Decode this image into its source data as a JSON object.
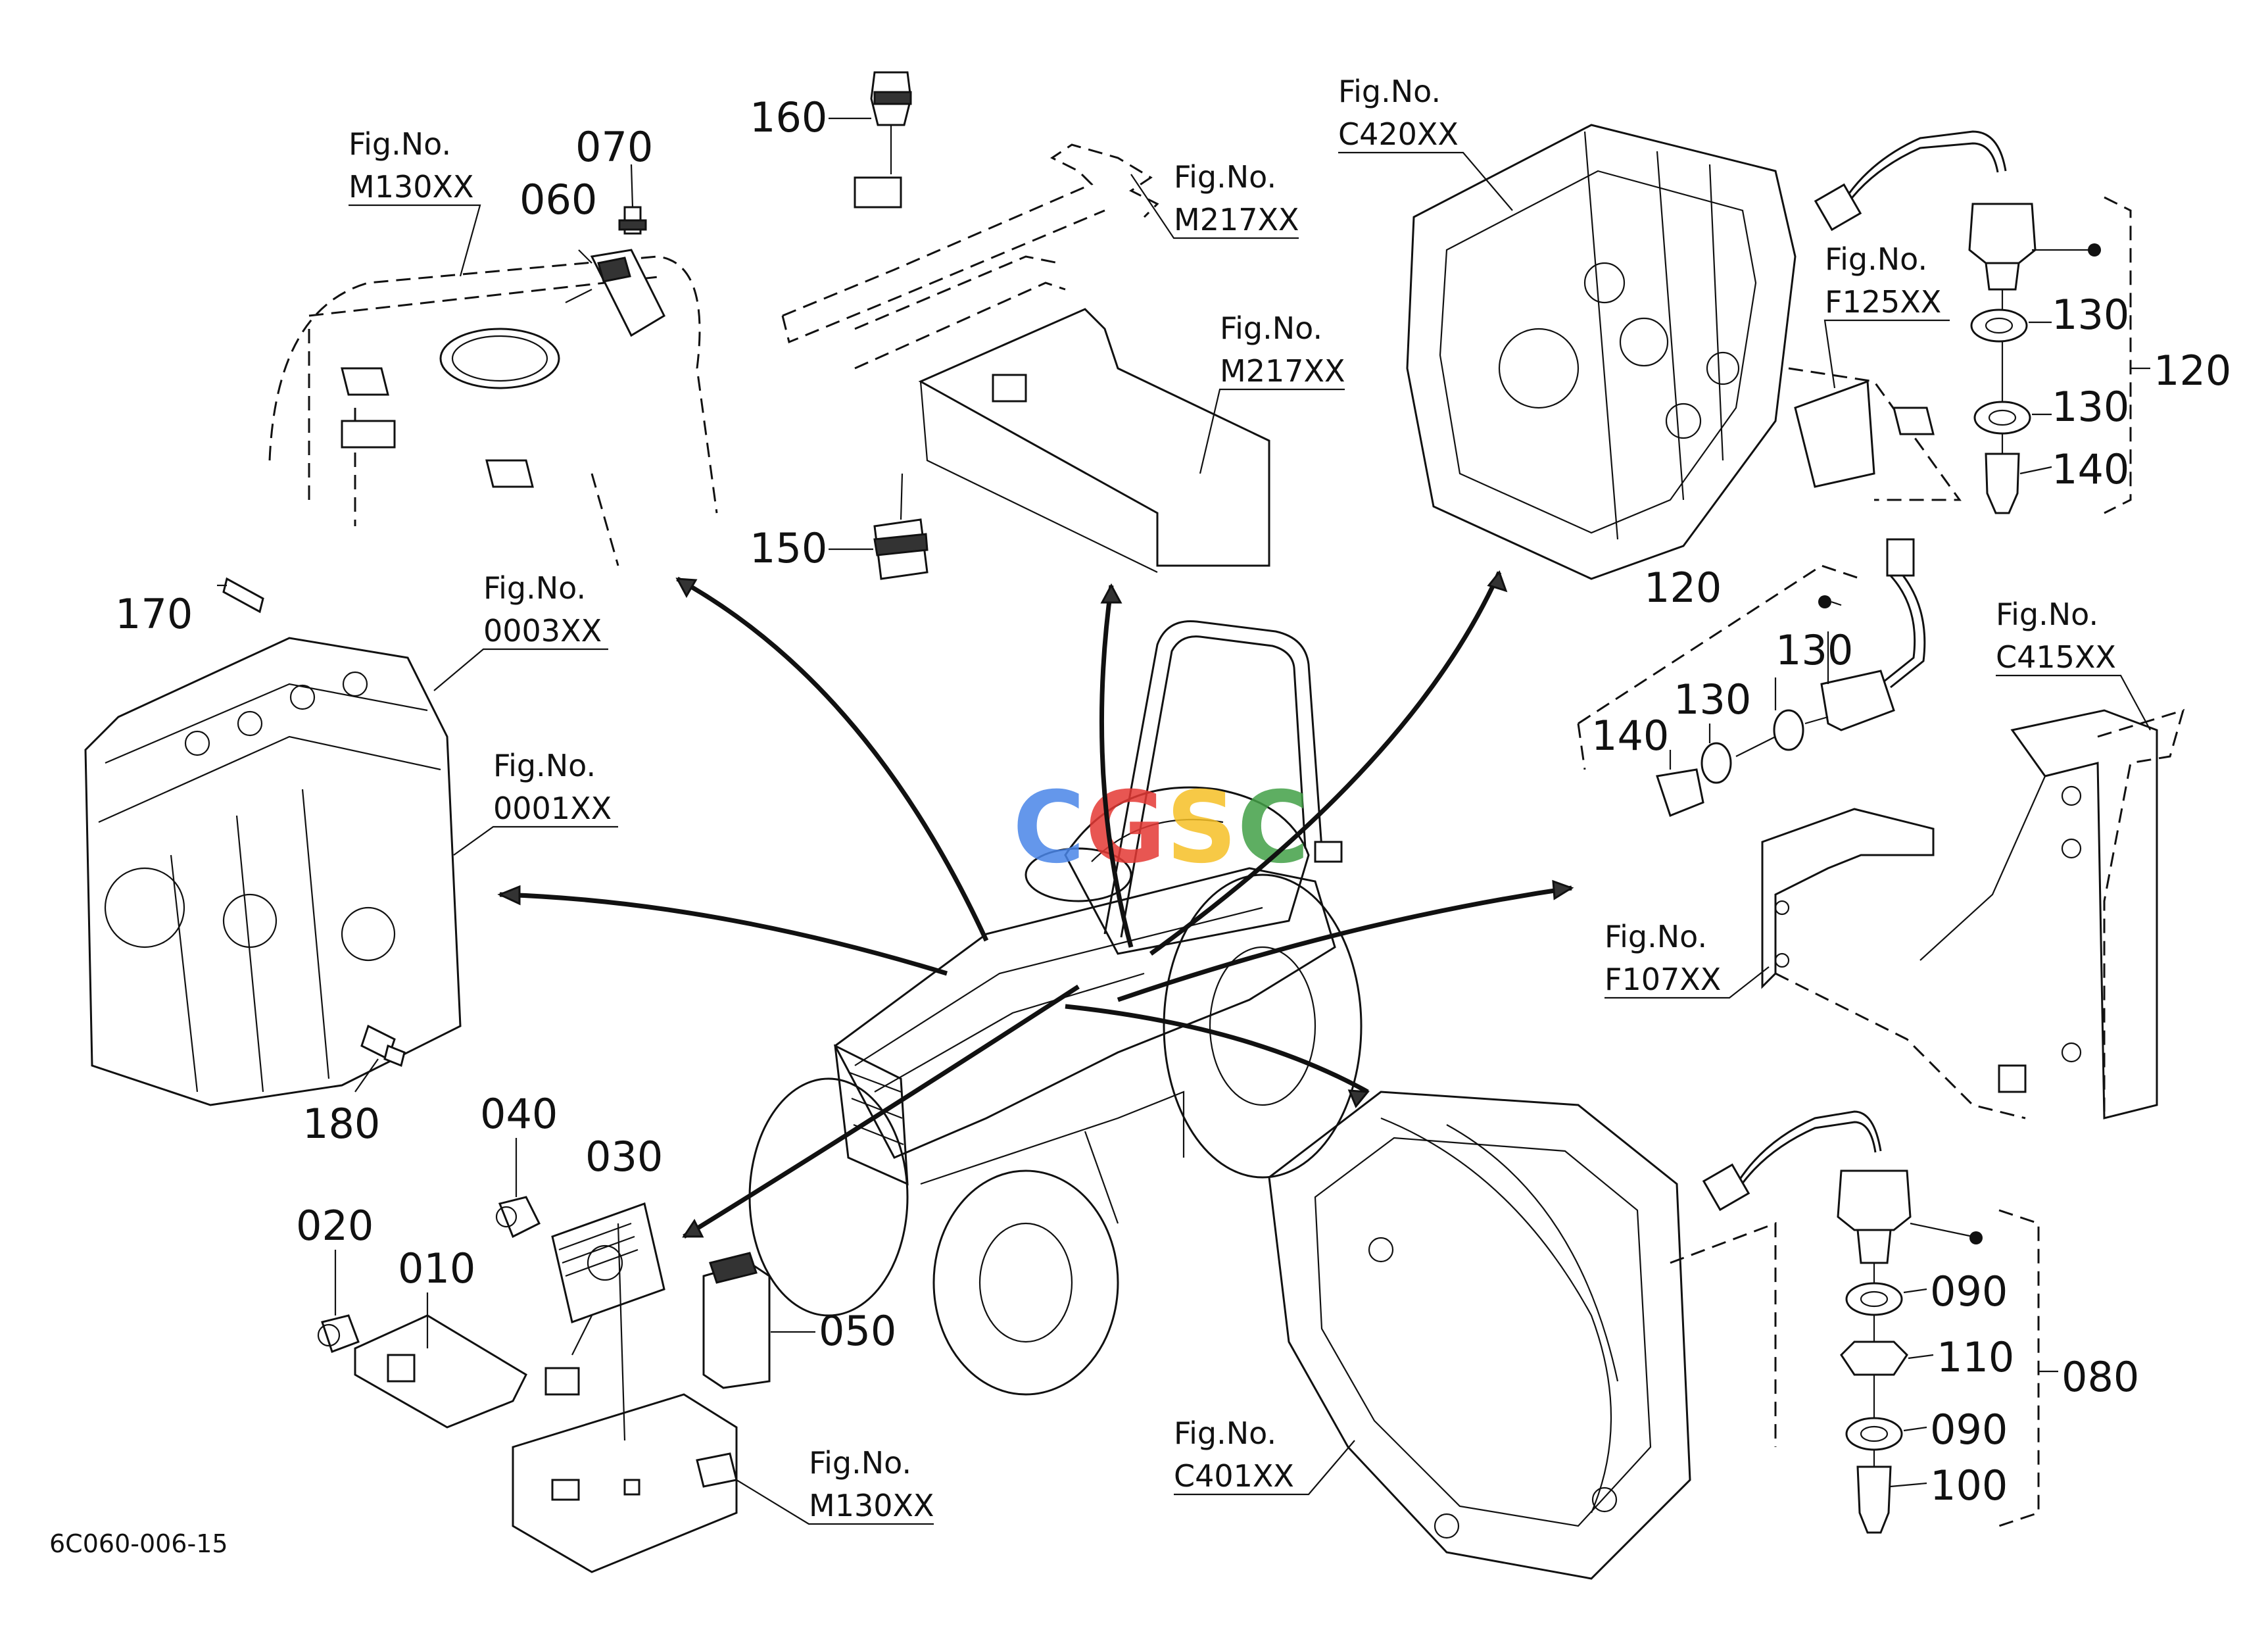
{
  "figure_refs": [
    {
      "fig": "Fig.No.",
      "code": "M130XX"
    },
    {
      "fig": "Fig.No.",
      "code": "M217XX"
    },
    {
      "fig": "Fig.No.",
      "code": "M217XX"
    },
    {
      "fig": "Fig.No.",
      "code": "C420XX"
    },
    {
      "fig": "Fig.No.",
      "code": "F125XX"
    },
    {
      "fig": "Fig.No.",
      "code": "0003XX"
    },
    {
      "fig": "Fig.No.",
      "code": "0001XX"
    },
    {
      "fig": "Fig.No.",
      "code": "C415XX"
    },
    {
      "fig": "Fig.No.",
      "code": "F107XX"
    },
    {
      "fig": "Fig.No.",
      "code": "C401XX"
    },
    {
      "fig": "Fig.No.",
      "code": "M130XX"
    }
  ],
  "part_numbers": [
    "070",
    "060",
    "160",
    "150",
    "130",
    "130",
    "140",
    "120",
    "120",
    "130",
    "130",
    "140",
    "170",
    "180",
    "040",
    "030",
    "020",
    "010",
    "050",
    "090",
    "110",
    "090",
    "100",
    "080"
  ],
  "watermark": "CGSC",
  "drawing_id": "6C060-006-15",
  "colors": {
    "line": "#111111",
    "background": "#ffffff",
    "wm_blue": "#4a86e8",
    "wm_red": "#e53935",
    "wm_yellow": "#f6c026",
    "wm_green": "#43a047"
  }
}
